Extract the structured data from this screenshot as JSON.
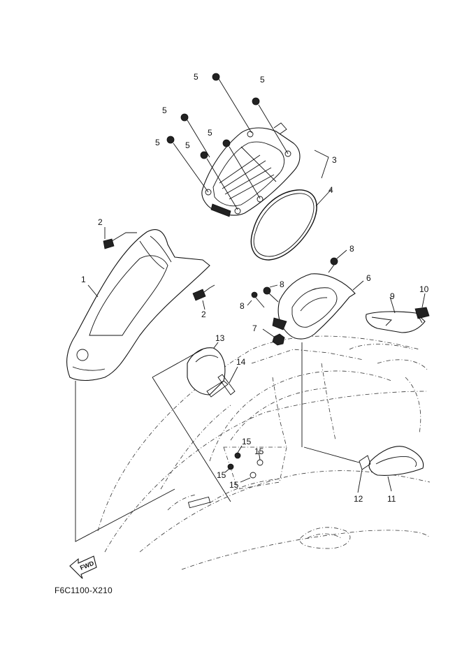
{
  "diagram": {
    "reference_code": "F6C1100-X210",
    "fwd_label": "FWD",
    "callouts": {
      "c1": "1",
      "c2a": "2",
      "c2b": "2",
      "c3": "3",
      "c4": "4",
      "c5a": "5",
      "c5b": "5",
      "c5c": "5",
      "c5d": "5",
      "c5e": "5",
      "c5f": "5",
      "c6": "6",
      "c7": "7",
      "c8a": "8",
      "c8b": "8",
      "c8c": "8",
      "c9": "9",
      "c10": "10",
      "c11": "11",
      "c12": "12",
      "c13": "13",
      "c14": "14",
      "c15a": "15",
      "c15b": "15",
      "c15c": "15",
      "c15d": "15"
    }
  }
}
